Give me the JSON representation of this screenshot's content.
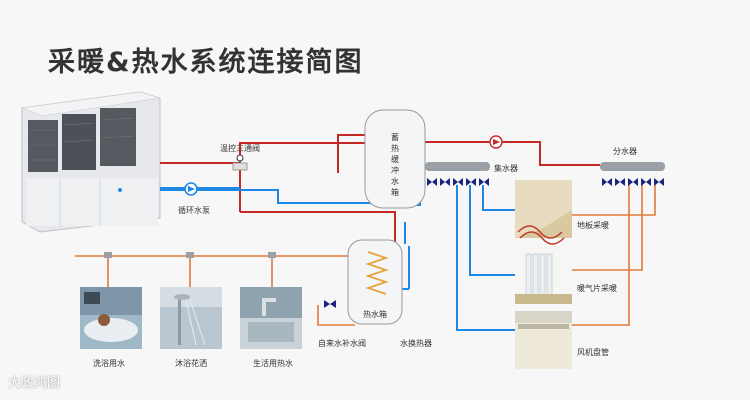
{
  "title": "采暖&热水系统连接简图",
  "labels": {
    "three_way_valve": "温控三通阀",
    "circulation_pump": "循环水泵",
    "buffer_tank": "蓄热缓冲水箱",
    "collector": "集水器",
    "distributor": "分水器",
    "floor_heating": "地板采暖",
    "radiator": "暖气片采暖",
    "fan_coil": "风机盘管",
    "hot_water_tank": "热水箱",
    "heat_exchanger": "水换热器",
    "makeup_valve": "自来水补水阀",
    "bath_water": "洗浴用水",
    "shower": "沐浴花洒",
    "domestic_hot_water": "生活用热水"
  },
  "watermark": "大政鸿图",
  "colors": {
    "hot_pipe": "#c62828",
    "return_pipe": "#1e88e5",
    "branch_pipe": "#e07a3a",
    "valve": "#1a237e"
  }
}
